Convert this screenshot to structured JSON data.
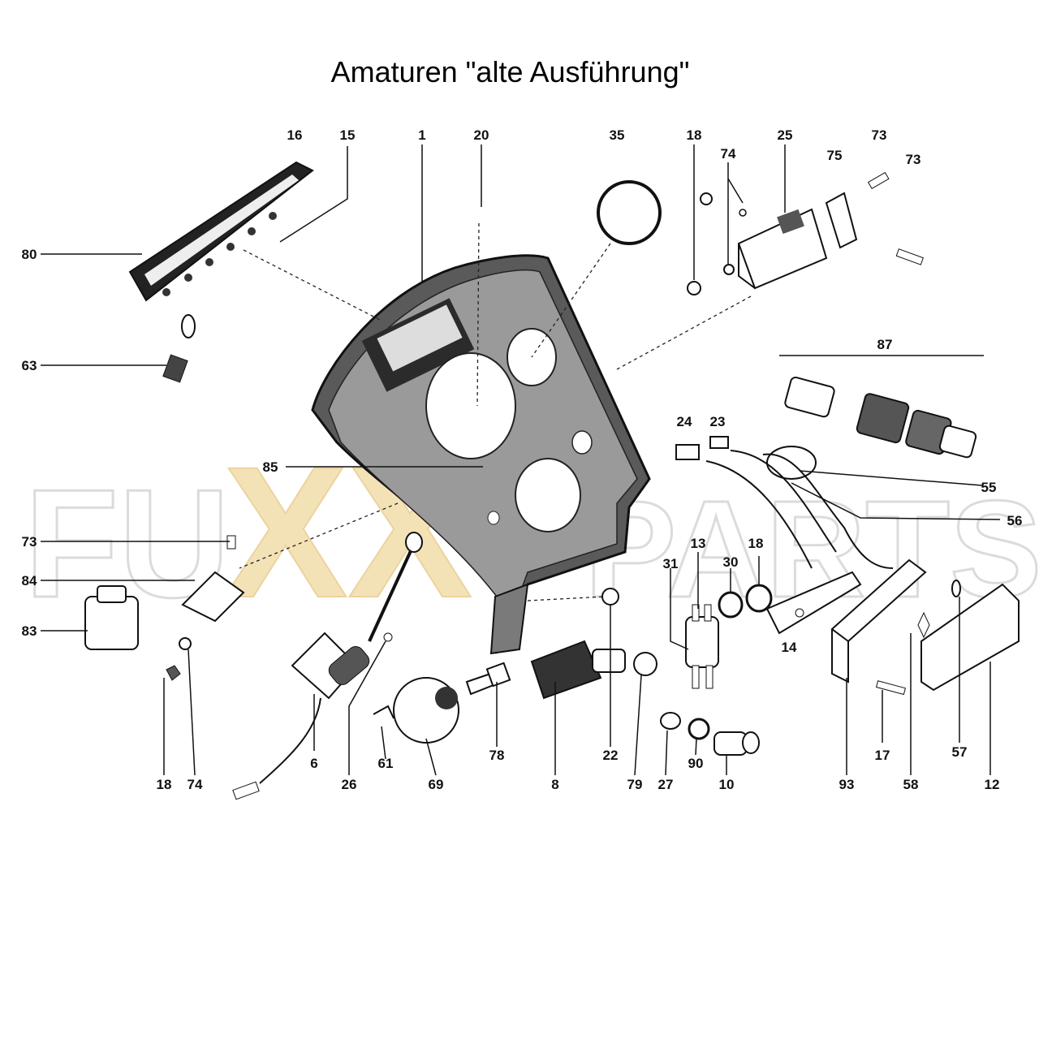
{
  "title": "Amaturen \"alte Ausführung\"",
  "watermark": {
    "fu": "FU",
    "xx": "XX",
    "parts": "PARTS"
  },
  "labels": {
    "l16": "16",
    "l15": "15",
    "l1": "1",
    "l20": "20",
    "l35": "35",
    "l18a": "18",
    "l74a": "74",
    "l25": "25",
    "l75": "75",
    "l73a": "73",
    "l73b": "73",
    "l80": "80",
    "l63": "63",
    "l87": "87",
    "l24": "24",
    "l23": "23",
    "l85": "85",
    "l55": "55",
    "l56": "56",
    "l73c": "73",
    "l84": "84",
    "l83": "83",
    "l13": "13",
    "l31": "31",
    "l30": "30",
    "l18b": "18",
    "l14": "14",
    "l6": "6",
    "l26": "26",
    "l61": "61",
    "l69": "69",
    "l78": "78",
    "l8": "8",
    "l22": "22",
    "l79": "79",
    "l27": "27",
    "l90": "90",
    "l10": "10",
    "l93": "93",
    "l17": "17",
    "l58": "58",
    "l57": "57",
    "l12": "12",
    "l18c": "18",
    "l74b": "74"
  },
  "colors": {
    "ink": "#111111",
    "panel": "#3a3a3a",
    "watermark_outline": "#d8d8d8",
    "watermark_fill": "#f3dfb0"
  }
}
